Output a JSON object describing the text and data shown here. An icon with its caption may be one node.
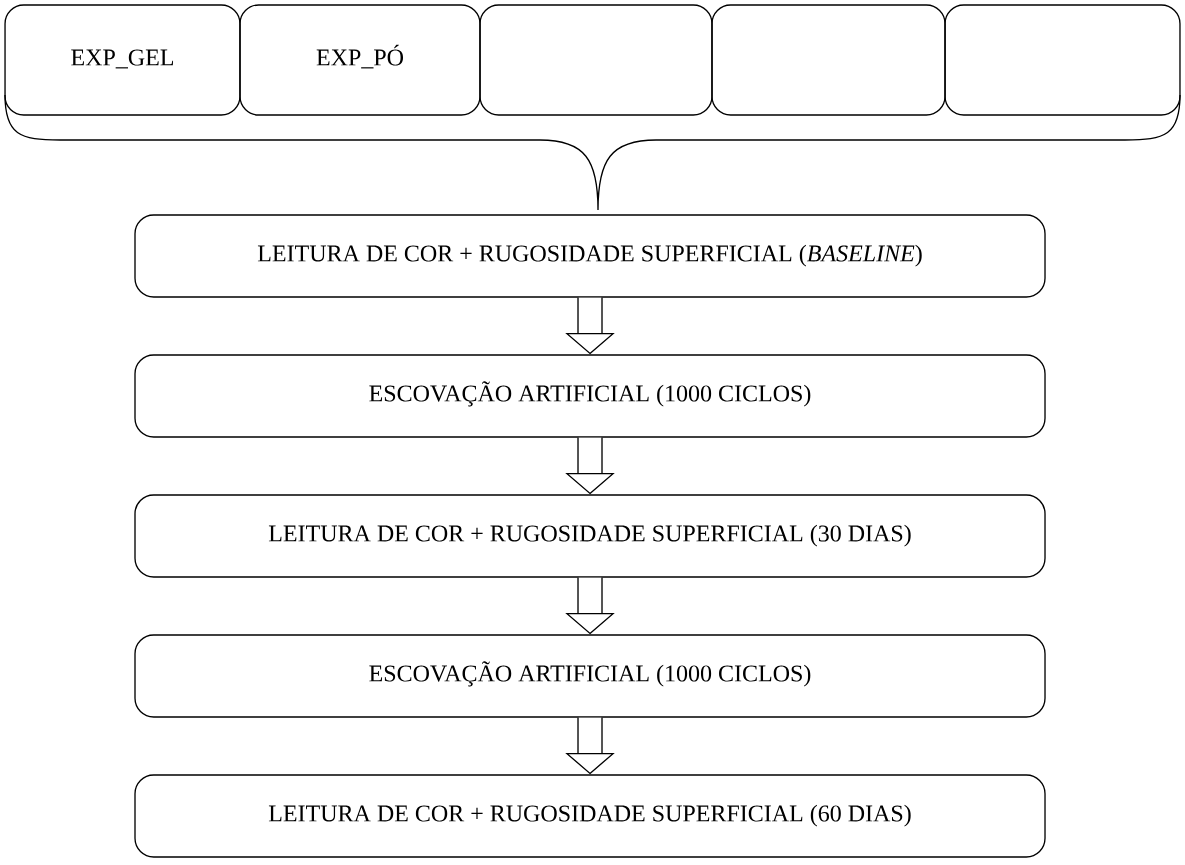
{
  "diagram": {
    "nodes": [
      {
        "text": [
          "EXP_GEL"
        ]
      },
      {
        "text": [
          "EXP_PÓ"
        ]
      },
      {
        "text": [],
        "shape": "box"
      },
      {
        "text": [],
        "shape": "box"
      },
      {
        "text": [],
        "shape": "box"
      },
      {
        "text": [
          "LEITURA DE COR + RUGOSIDADE SUPERFICIAL (*BASELINE*)"
        ]
      },
      {
        "text": [
          "ESCOVAÇÃO ARTIFICIAL (1000 CICLOS)"
        ]
      },
      {
        "text": [
          "LEITURA DE COR + RUGOSIDADE SUPERFICIAL (30 DIAS)"
        ]
      },
      {
        "text": [
          "ESCOVAÇÃO ARTIFICIAL (1000 CICLOS)"
        ]
      },
      {
        "text": [
          "LEITURA DE COR + RUGOSIDADE SUPERFICIAL (60 DIAS)"
        ]
      }
    ],
    "edges": [
      {
        "from": 5,
        "to": 6,
        "arrow": "to"
      },
      {
        "from": 6,
        "to": 7,
        "arrow": "to"
      },
      {
        "from": 7,
        "to": 8,
        "arrow": "to"
      },
      {
        "from": 8,
        "to": 9,
        "arrow": "to"
      }
    ]
  }
}
